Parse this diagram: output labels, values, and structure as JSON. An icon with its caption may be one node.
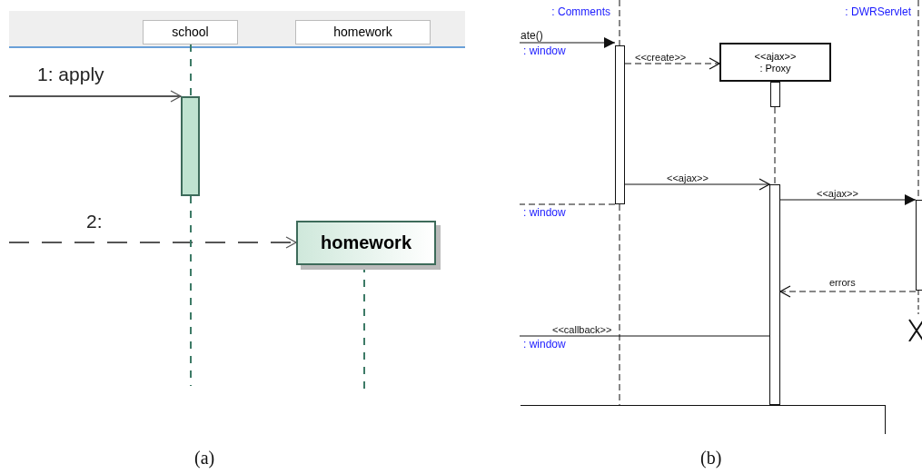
{
  "diagram": {
    "nodes": [
      {
        "text": [
          "school"
        ]
      },
      {
        "text": [
          "homework"
        ]
      },
      {
        "text": [],
        "shape": "bar"
      },
      {
        "text": [
          "homework"
        ]
      },
      {
        "text": [
          ": Comments"
        ]
      },
      {
        "text": [],
        "shape": "bar"
      },
      {
        "text": [
          "<<ajax>>",
          ": Proxy"
        ]
      },
      {
        "text": [],
        "shape": "bar"
      },
      {
        "text": [],
        "shape": "bar"
      },
      {
        "text": [
          ": DWRServlet"
        ]
      },
      {
        "text": [],
        "shape": "bar"
      },
      {
        "text": [
          ": window"
        ]
      },
      {
        "text": [
          ": window"
        ]
      },
      {
        "text": [
          ": window"
        ]
      },
      {
        "text": [],
        "shape": "cross"
      },
      {
        "text": [],
        "shape": "box"
      }
    ],
    "edges": [
      {
        "from": null,
        "to": 2,
        "arrow": "to",
        "label": "1: apply"
      },
      {
        "from": null,
        "to": 3,
        "arrow": "to",
        "label": "2:",
        "style": "dashed"
      },
      {
        "from": 0,
        "to": 2,
        "arrow": "none",
        "style": "dashed",
        "color": "#3d7a66"
      },
      {
        "from": 11,
        "to": 5,
        "arrow": "to",
        "label": "ate()"
      },
      {
        "from": 5,
        "to": 6,
        "arrow": "to",
        "label": "<<create>>",
        "style": "dashed"
      },
      {
        "from": 5,
        "to": 8,
        "arrow": "to",
        "label": "<<ajax>>"
      },
      {
        "from": 8,
        "to": 10,
        "arrow": "to",
        "label": "<<ajax>>"
      },
      {
        "from": 10,
        "to": 8,
        "arrow": "to",
        "label": "errors",
        "style": "dashed"
      },
      {
        "from": 8,
        "to": 13,
        "arrow": "none",
        "label": "<<callback>>"
      },
      {
        "from": 5,
        "to": 12,
        "arrow": "none",
        "style": "dashed"
      },
      {
        "from": 7,
        "to": 8,
        "arrow": "none",
        "style": "dashed"
      },
      {
        "from": 4,
        "to": 5,
        "arrow": "none",
        "style": "dashed"
      },
      {
        "from": 9,
        "to": 10,
        "arrow": "none",
        "style": "dashed"
      },
      {
        "from": 10,
        "to": 14,
        "arrow": "none",
        "style": "dashed"
      },
      {
        "from": 5,
        "to": 15,
        "arrow": "none",
        "style": "dashed"
      },
      {
        "from": 2,
        "to": null,
        "arrow": "none",
        "style": "dashed",
        "color": "#3d7a66"
      },
      {
        "from": 3,
        "to": null,
        "arrow": "none",
        "style": "dashed",
        "color": "#3d7a66"
      }
    ],
    "labels": [
      "(a)",
      "(b)"
    ]
  }
}
